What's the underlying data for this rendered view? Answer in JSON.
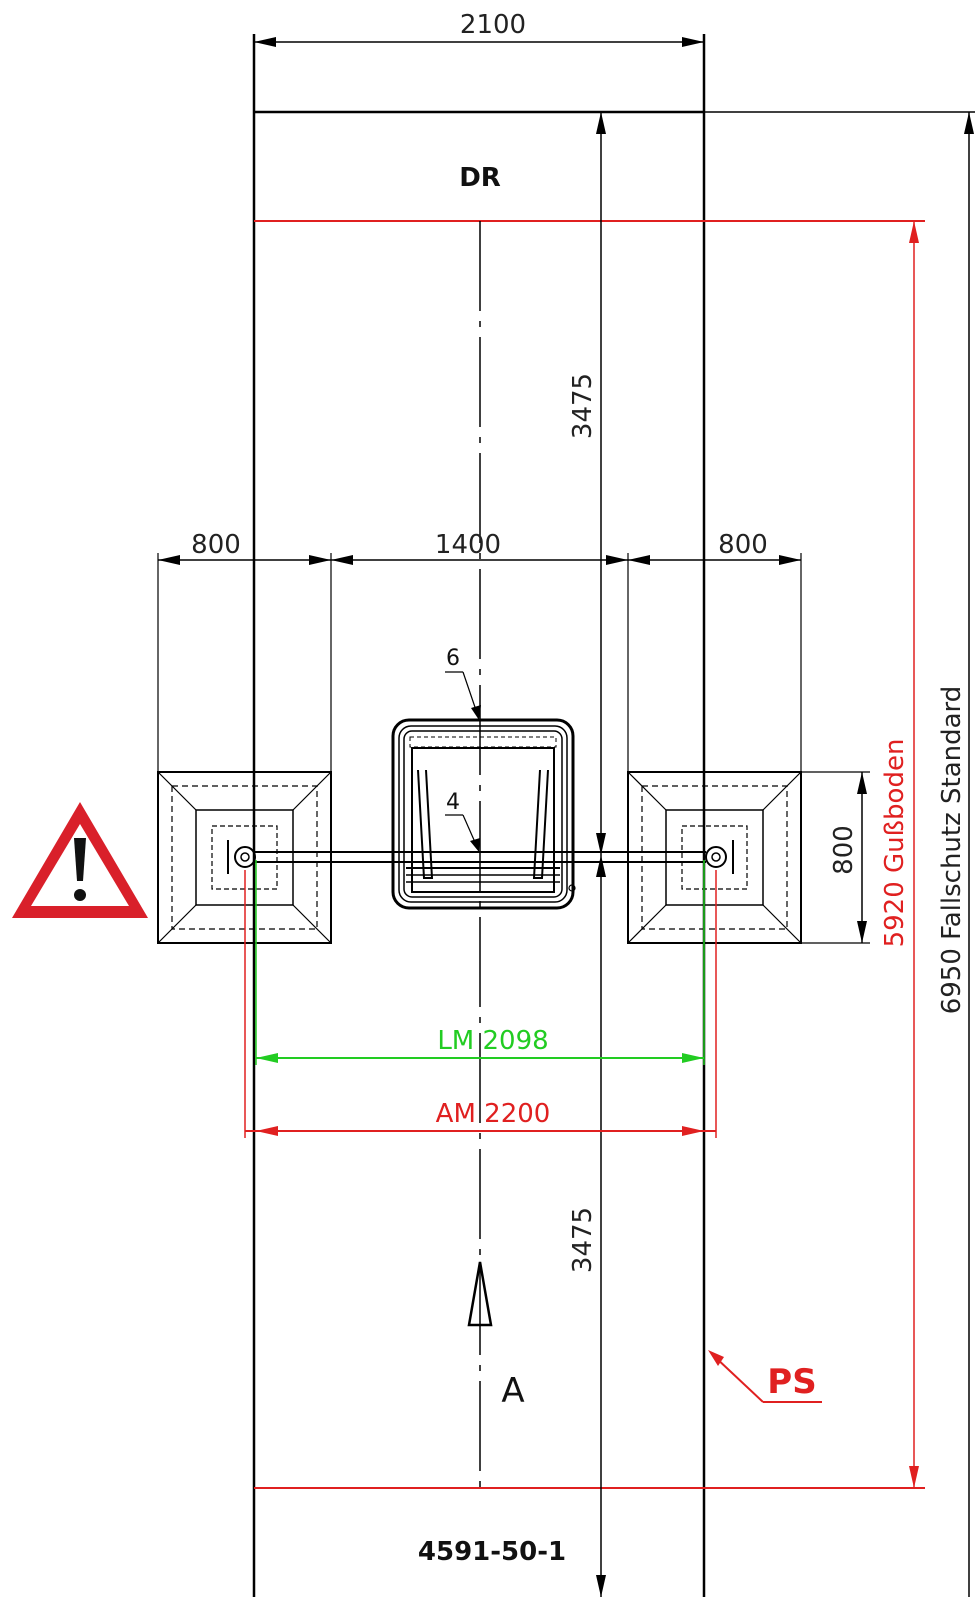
{
  "colors": {
    "line": "#000000",
    "red": "#e02020",
    "green": "#22cc22",
    "warning_red": "#d9202a"
  },
  "labels": {
    "top_zone": "DR",
    "drawing_number": "4591-50-1",
    "direction": "A",
    "ps": "PS",
    "callout_6": "6",
    "callout_4": "4"
  },
  "dimensions": {
    "overall_width": "2100",
    "pad_left": "800",
    "center_gap": "1400",
    "pad_right": "800",
    "pad_height": "800",
    "upper_half": "3475",
    "lower_half": "3475",
    "lm": "LM  2098",
    "am": "AM  2200",
    "cast_floor": "5920 Gußboden",
    "fall_protection": "6950  Fallschutz Standard"
  },
  "icons": {
    "warning": "warning-triangle-icon",
    "arrow": "direction-arrow-icon"
  }
}
